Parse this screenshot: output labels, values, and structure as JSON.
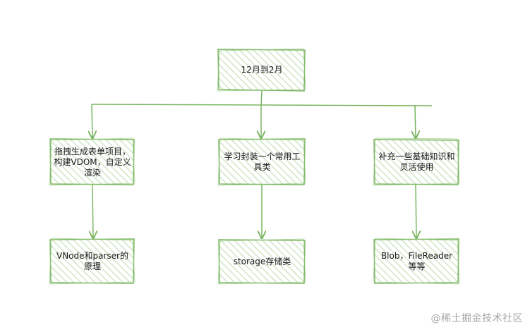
{
  "diagram": {
    "root": {
      "label": "12月到2月"
    },
    "branches": [
      {
        "label": "拖拽生成表单项目，构建VDOM，自定义渲染",
        "child": "VNode和parser的原理"
      },
      {
        "label": "学习封装一个常用工具类",
        "child": "storage存储类"
      },
      {
        "label": "补充一些基础知识和灵活使用",
        "child": "Blob，FileReader等等"
      }
    ]
  },
  "watermark": "@稀土掘金技术社区",
  "colors": {
    "stroke": "#7bb662",
    "fill_hatch": "#d5e8d4",
    "text": "#1a1a1a",
    "watermark": "#a7a7a7"
  }
}
